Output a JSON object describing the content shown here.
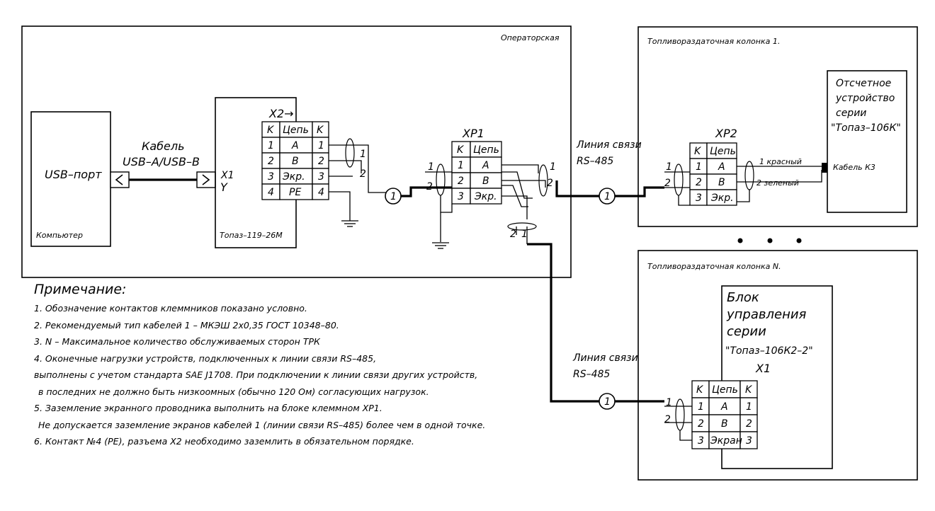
{
  "operator_room": {
    "label": "Операторская",
    "computer": {
      "port": "USB–порт",
      "label": "Компьютер"
    },
    "cable": {
      "line1": "Кабель",
      "line2": "USB–A/USB–B"
    },
    "controller": {
      "connector": "X1",
      "label": "Топаз–119–26М"
    },
    "x2": {
      "title": "X2→",
      "headers": [
        "K",
        "Цепь",
        "K"
      ],
      "rows": [
        [
          "1",
          "A",
          "1"
        ],
        [
          "2",
          "B",
          "2"
        ],
        [
          "3",
          "Экр.",
          "3"
        ],
        [
          "4",
          "PE",
          "4"
        ]
      ]
    },
    "xp1": {
      "title": "XP1",
      "headers": [
        "K",
        "Цепь"
      ],
      "rows": [
        [
          "1",
          "A"
        ],
        [
          "2",
          "B"
        ],
        [
          "3",
          "Экр."
        ]
      ]
    },
    "wire_labels": {
      "one": "1",
      "two": "2"
    },
    "cable_marker": "1"
  },
  "dispenser_1": {
    "label": "Топливораздаточная колонка 1.",
    "device": {
      "line1": "Отсчетное",
      "line2": "устройство",
      "line3": "серии",
      "line4": "\"Топаз–106К\""
    },
    "cable_k3": "Кабель К3",
    "xp2": {
      "title": "XP2",
      "headers": [
        "K",
        "Цепь"
      ],
      "rows": [
        [
          "1",
          "A"
        ],
        [
          "2",
          "B"
        ],
        [
          "3",
          "Экр."
        ]
      ]
    },
    "wire_red": "1 красный",
    "wire_green": "2 зеленый"
  },
  "dispenser_n": {
    "label": "Топливораздаточная колонка N.",
    "block": {
      "line1": "Блок",
      "line2": "управления",
      "line3": "серии",
      "line4": "\"Топаз–106К2–2\""
    },
    "x1": {
      "title": "X1",
      "headers": [
        "K",
        "Цепь",
        "K"
      ],
      "rows": [
        [
          "1",
          "A",
          "1"
        ],
        [
          "2",
          "B",
          "2"
        ],
        [
          "3",
          "Экран",
          "3"
        ]
      ]
    }
  },
  "line_labels": {
    "line1": "Линия связи",
    "line2": "RS–485"
  },
  "notes": {
    "title": "Примечание:",
    "lines": [
      "1. Обозначение контактов клеммников показано условно.",
      "2. Рекомендуемый тип кабелей 1 – МКЭШ 2х0,35 ГОСТ 10348–80.",
      "3.   N  –  Максимальное количество   обслуживаемых сторон ТРК",
      "4. Оконечные нагрузки устройств,  подключенных к линии связи RS–485,",
      "выполнены с учетом стандарта SAE J1708.  При подключении к линии связи других устройств,",
      "  в последних не должно быть низкоомных (обычно 120 Ом) согласующих нагрузок.",
      "5. Заземление экранного проводника выполнить на блоке клеммном XP1.",
      "  Не допускается заземление экранов кабелей 1 (линии связи RS–485) более чем в одной точке.",
      "6. Контакт №4 (PE), разъема X2 необходимо заземлить в обязательном порядке."
    ]
  }
}
